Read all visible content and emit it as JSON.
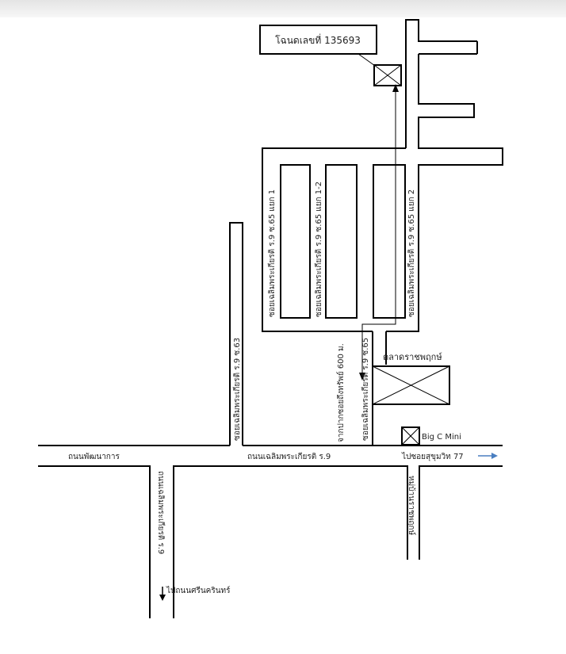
{
  "map": {
    "deed_label": "โฉนดเลขที่ 135693",
    "roads": {
      "soi_65_branch_1": "ซอยเฉลิมพระเกียรติ ร.9 ซ.65 แยก 1",
      "soi_65_branch_1_2": "ซอยเฉลิมพระเกียรติ ร.9 ซ.65 แยก 1-2",
      "soi_65_branch_2": "ซอยเฉลิมพระเกียรติ ร.9 ซ.65 แยก 2",
      "soi_63": "ซอยเฉลิมพระเกียรติ ร.9 ซ.63",
      "soi_65": "ซอยเฉลิมพระเกียรติ ร.9 ซ.65",
      "route_note": "จากปากซอยถึงทรัพย์ 600 ม.",
      "main_road": "ถนนเฉลิมพระเกียรติ ร.9",
      "phatthanakan_road": "ถนนพัฒนาการ",
      "to_sukhumvit": "ไปซอยสุขุมวิท 77",
      "south_road": "ถนนเฉลิมพระเกียรติ ร.9",
      "village": "หมู่บ้านราชพฤกษ์",
      "to_srinakarin": "ไปถนนศรีนครินทร์"
    },
    "landmarks": {
      "market": "ตลาดราชพฤกษ์",
      "big_c": "Big C  Mini"
    }
  }
}
